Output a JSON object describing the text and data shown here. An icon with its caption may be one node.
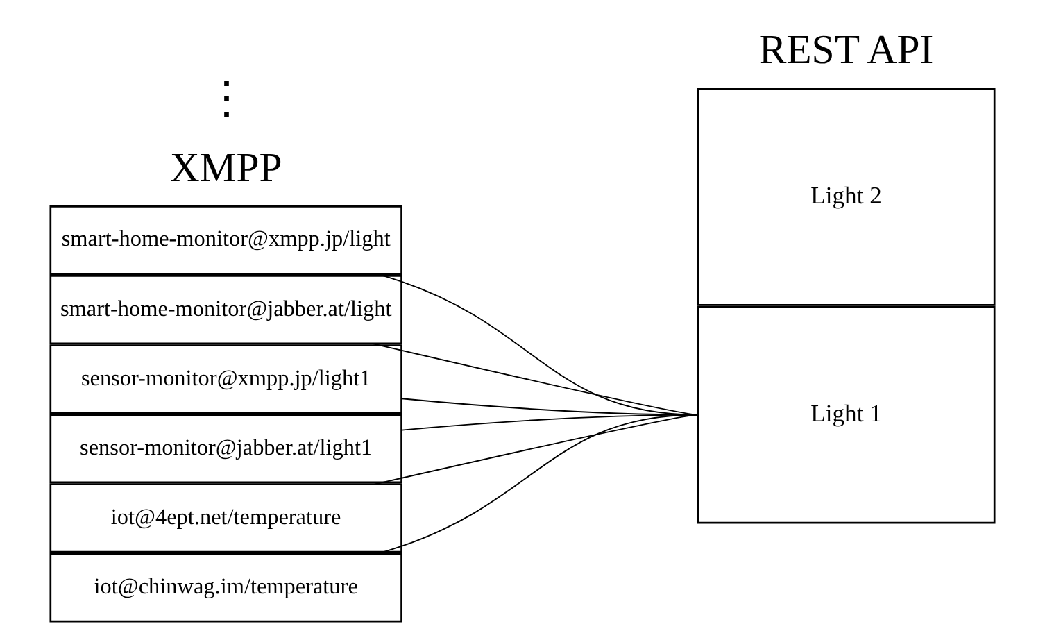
{
  "diagram": {
    "nodes": [
      {
        "text": [
          "smart-home-monitor@xmpp.jp/light"
        ]
      },
      {
        "text": [
          "smart-home-monitor@jabber.at/light"
        ]
      },
      {
        "text": [
          "sensor-monitor@xmpp.jp/light1"
        ]
      },
      {
        "text": [
          "sensor-monitor@jabber.at/light1"
        ]
      },
      {
        "text": [
          "iot@4ept.net/temperature"
        ]
      },
      {
        "text": [
          "iot@chinwag.im/temperature"
        ]
      },
      {
        "text": [
          "Light 1"
        ]
      },
      {
        "text": [
          "Light 2"
        ]
      }
    ],
    "edges": [
      {
        "from": 0,
        "to": 6,
        "arrow": "none"
      },
      {
        "from": 1,
        "to": 6,
        "arrow": "none"
      },
      {
        "from": 2,
        "to": 6,
        "arrow": "none"
      },
      {
        "from": 3,
        "to": 6,
        "arrow": "none"
      },
      {
        "from": 4,
        "to": 6,
        "arrow": "none"
      },
      {
        "from": 5,
        "to": 6,
        "arrow": "none"
      }
    ],
    "labels": [
      "XMPP",
      "REST API",
      "⋮"
    ]
  }
}
